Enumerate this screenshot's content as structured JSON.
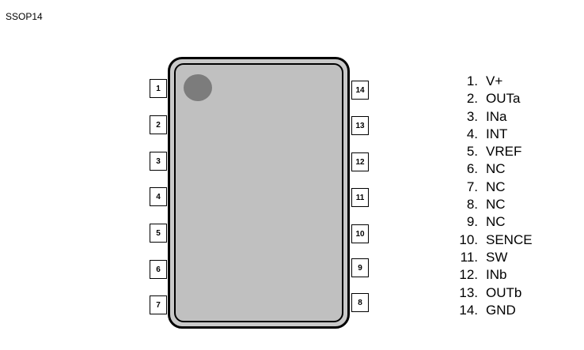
{
  "package": {
    "label": "SSOP14"
  },
  "left_pins": [
    "1",
    "2",
    "3",
    "4",
    "5",
    "6",
    "7"
  ],
  "right_pins": [
    "14",
    "13",
    "12",
    "11",
    "10",
    "9",
    "8"
  ],
  "pin_list": [
    {
      "num": "1.",
      "name": "V+"
    },
    {
      "num": "2.",
      "name": "OUTa"
    },
    {
      "num": "3.",
      "name": "INa"
    },
    {
      "num": "4.",
      "name": "INT"
    },
    {
      "num": "5.",
      "name": "VREF"
    },
    {
      "num": "6.",
      "name": "NC"
    },
    {
      "num": "7.",
      "name": "NC"
    },
    {
      "num": "8.",
      "name": "NC"
    },
    {
      "num": "9.",
      "name": "NC"
    },
    {
      "num": "10.",
      "name": "SENCE"
    },
    {
      "num": "11.",
      "name": "SW"
    },
    {
      "num": "12.",
      "name": "INb"
    },
    {
      "num": "13.",
      "name": "OUTb"
    },
    {
      "num": "14.",
      "name": "GND"
    }
  ],
  "colors": {
    "body": "#c0c0c0",
    "pin1_marker": "#7c7c7c"
  }
}
